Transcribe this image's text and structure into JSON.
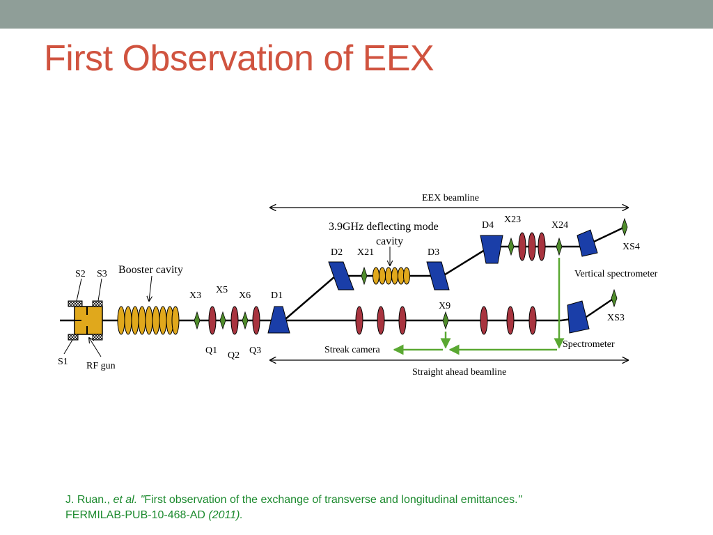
{
  "slide": {
    "title": "First Observation of EEX"
  },
  "diagram": {
    "labels": {
      "eex_beamline": "EEX beamline",
      "straight_ahead_beamline": "Straight ahead beamline",
      "deflecting_cavity_line1": "3.9GHz deflecting mode",
      "deflecting_cavity_line2": "cavity",
      "booster_cavity": "Booster cavity",
      "rf_gun": "RF gun",
      "streak_camera": "Streak camera",
      "spectrometer": "Spectrometer",
      "vertical_spectrometer": "Vertical spectrometer",
      "s1": "S1",
      "s2": "S2",
      "s3": "S3",
      "x3": "X3",
      "x5": "X5",
      "x6": "X6",
      "x9": "X9",
      "x21": "X21",
      "x23": "X23",
      "x24": "X24",
      "xs3": "XS3",
      "xs4": "XS4",
      "q1": "Q1",
      "q2": "Q2",
      "q3": "Q3",
      "d1": "D1",
      "d2": "D2",
      "d3": "D3",
      "d4": "D4"
    },
    "colors": {
      "dipole": "#1a3ea8",
      "quadrupole": "#a8343f",
      "screen": "#4f8c2b",
      "cavity": "#e0a81c",
      "streak_arrow": "#5aa832"
    }
  },
  "citation": {
    "authors": "J. Ruan., ",
    "etal": "et al. \"",
    "paper_title": "First observation of the exchange of transverse and longitudinal emittances.",
    "close_quote": "\"",
    "report": "FERMILAB-PUB-10-468-AD ",
    "year": "(2011)."
  }
}
